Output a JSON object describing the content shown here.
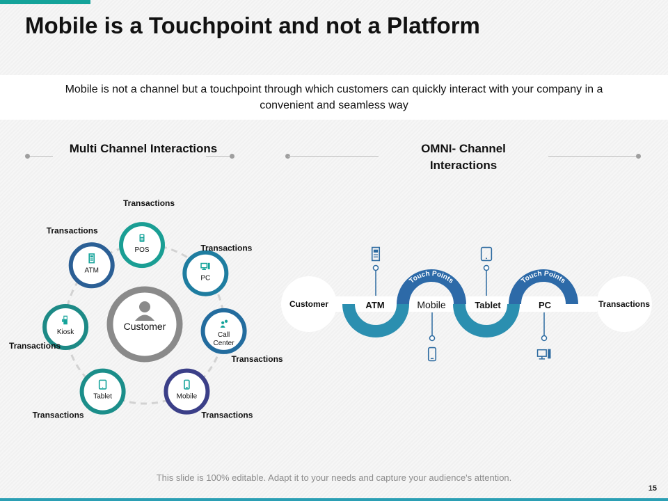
{
  "slide": {
    "title": "Mobile is a Touchpoint and not a Platform",
    "subtitle": "Mobile is not a channel but a touchpoint through which customers can quickly interact with your company in a convenient and seamless way",
    "footer_note": "This slide is 100% editable. Adapt it to your needs and capture your audience's attention.",
    "page_number": "15"
  },
  "multi_channel": {
    "heading": "Multi Channel Interactions",
    "center_label": "Customer",
    "nodes": [
      {
        "label": "POS",
        "icon": "pos-terminal-icon",
        "transaction_label": "Transactions",
        "ring_color": "#1a9e94"
      },
      {
        "label": "PC",
        "icon": "pc-icon",
        "transaction_label": "Transactions",
        "ring_color": "#1e7da0"
      },
      {
        "label": "Call Center",
        "icon": "call-center-icon",
        "transaction_label": "Transactions",
        "ring_color": "#236c9e"
      },
      {
        "label": "Mobile",
        "icon": "mobile-icon",
        "transaction_label": "Transactions",
        "ring_color": "#3b3f88"
      },
      {
        "label": "Tablet",
        "icon": "tablet-icon",
        "transaction_label": "Transactions",
        "ring_color": "#1b8e8a"
      },
      {
        "label": "Kiosk",
        "icon": "kiosk-icon",
        "transaction_label": "Transactions",
        "ring_color": "#1d8a86"
      },
      {
        "label": "ATM",
        "icon": "atm-icon",
        "transaction_label": "Transactions",
        "ring_color": "#2b5f95"
      }
    ]
  },
  "omni_channel": {
    "heading": "OMNI- Channel Interactions",
    "start_label": "Customer",
    "end_label": "Transactions",
    "channels": [
      {
        "label": "ATM",
        "icon": "atm-icon"
      },
      {
        "label": "Mobile",
        "icon": "mobile-icon"
      },
      {
        "label": "Tablet",
        "icon": "tablet-icon"
      },
      {
        "label": "PC",
        "icon": "pc-icon"
      }
    ],
    "touchpoint_labels": [
      "Touch Points",
      "Touch Points"
    ]
  },
  "colors": {
    "accent_teal": "#14a39a",
    "ring_gray": "#8a8a8a",
    "omni_teal": "#2b8fb0",
    "omni_blue": "#2d6aa8",
    "icon_blue": "#2c6aa0"
  }
}
